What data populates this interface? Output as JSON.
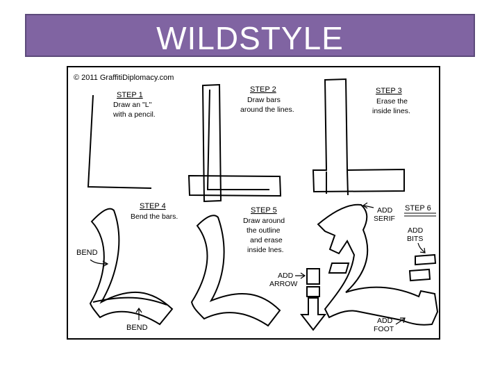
{
  "header": {
    "title": "WILDSTYLE"
  },
  "illustration": {
    "copyright": "© 2011 GraffitiDiplomacy.com",
    "steps": [
      {
        "label": "STEP 1",
        "lines": [
          "Draw an \"L\"",
          "with a pencil."
        ]
      },
      {
        "label": "STEP 2",
        "lines": [
          "Draw bars",
          "around the lines."
        ]
      },
      {
        "label": "STEP 3",
        "lines": [
          "Erase the",
          "inside lines."
        ]
      },
      {
        "label": "STEP 4",
        "lines": [
          "Bend the bars."
        ]
      },
      {
        "label": "STEP 5",
        "lines": [
          "Draw around",
          "the outline",
          "and erase",
          "inside lnes."
        ]
      },
      {
        "label": "STEP 6",
        "lines": []
      }
    ],
    "annotations": {
      "bend_left": "BEND",
      "bend_bottom": "BEND",
      "add_serif": [
        "ADD",
        "SERIF"
      ],
      "add_bits": [
        "ADD",
        "BITS"
      ],
      "add_arrow": [
        "ADD",
        "ARROW"
      ],
      "add_foot": [
        "ADD",
        "FOOT"
      ]
    }
  }
}
